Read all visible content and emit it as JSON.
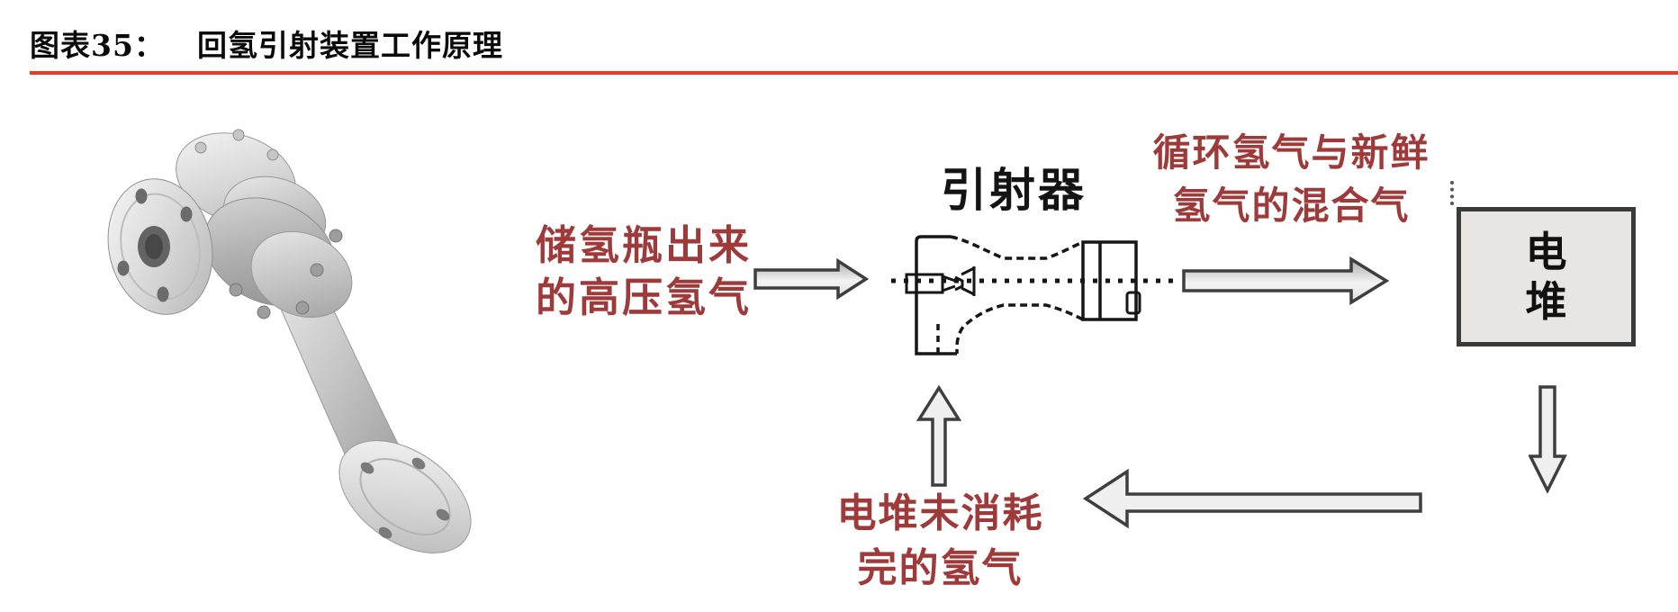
{
  "figure": {
    "label": "图表35：",
    "title": "回氢引射装置工作原理"
  },
  "labels": {
    "inlet_line1": "储氢瓶出来",
    "inlet_line2": "的高压氢气",
    "ejector": "引射器",
    "mix_line1": "循环氢气与新鲜",
    "mix_line2": "氢气的混合气",
    "stack_char1": "电",
    "stack_char2": "堆",
    "return_line1": "电堆未消耗",
    "return_line2": "完的氢气"
  },
  "colors": {
    "divider_red": "#ee3826",
    "annotation_red": "#9e3a3a",
    "stack_box_fill": "#e7e6e4",
    "stack_box_border": "#3a3a3a",
    "arrow_fill": "#efefef",
    "arrow_outline": "#3e3e3e",
    "drawing_ink": "#161616"
  }
}
